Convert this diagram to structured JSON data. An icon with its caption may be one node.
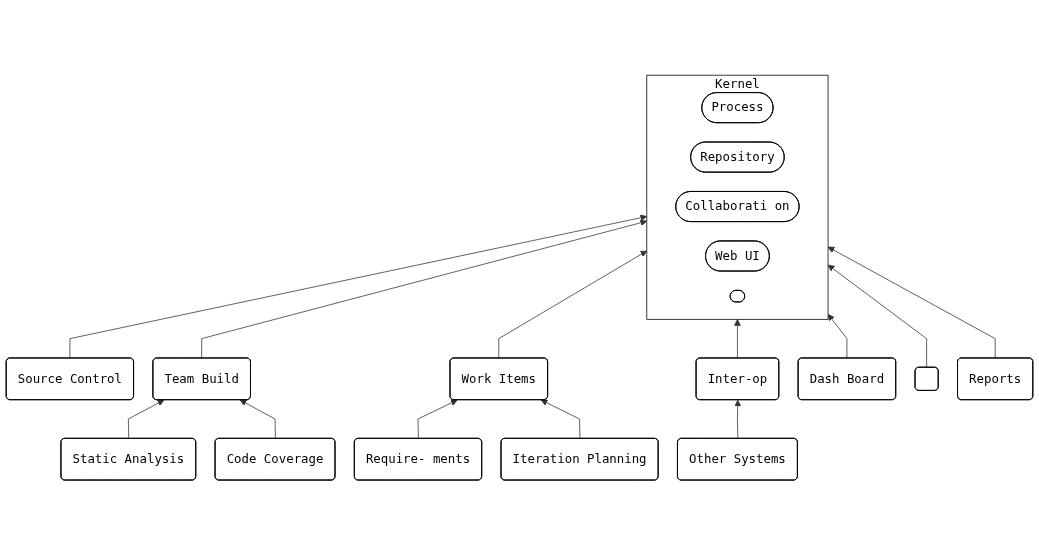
{
  "diagram": {
    "nodes": [
      {
        "text": [
          "Kernel"
        ]
      },
      {
        "text": [
          "Process"
        ],
        "in": 0
      },
      {
        "text": [
          "Repository"
        ],
        "in": 0
      },
      {
        "text": [
          "Collaborati on"
        ],
        "in": 0
      },
      {
        "text": [
          "Web UI"
        ],
        "in": 0
      },
      {
        "text": [],
        "shape": "circle",
        "in": 0
      },
      {
        "text": [
          "Source Control"
        ]
      },
      {
        "text": [
          "Team Build"
        ]
      },
      {
        "text": [
          "Work Items"
        ]
      },
      {
        "text": [
          "Inter-op"
        ]
      },
      {
        "text": [
          "Dash Board"
        ]
      },
      {
        "text": [],
        "shape": "box"
      },
      {
        "text": [
          "Reports"
        ]
      },
      {
        "text": [
          "Static Analysis"
        ]
      },
      {
        "text": [
          "Code Coverage"
        ]
      },
      {
        "text": [
          "Require- ments"
        ]
      },
      {
        "text": [
          "Iteration Planning"
        ]
      },
      {
        "text": [
          "Other Systems"
        ]
      }
    ],
    "edges": [
      {
        "from": 6,
        "to": 0,
        "arrow": "to"
      },
      {
        "from": 7,
        "to": 0,
        "arrow": "to"
      },
      {
        "from": 8,
        "to": 0,
        "arrow": "to"
      },
      {
        "from": 9,
        "to": 0,
        "arrow": "to"
      },
      {
        "from": 10,
        "to": 0,
        "arrow": "to"
      },
      {
        "from": 11,
        "to": 0,
        "arrow": "to"
      },
      {
        "from": 12,
        "to": 0,
        "arrow": "to"
      },
      {
        "from": 13,
        "to": 7,
        "arrow": "to"
      },
      {
        "from": 14,
        "to": 7,
        "arrow": "to"
      },
      {
        "from": 15,
        "to": 8,
        "arrow": "to"
      },
      {
        "from": 16,
        "to": 8,
        "arrow": "to"
      },
      {
        "from": 17,
        "to": 9,
        "arrow": "to"
      }
    ]
  }
}
